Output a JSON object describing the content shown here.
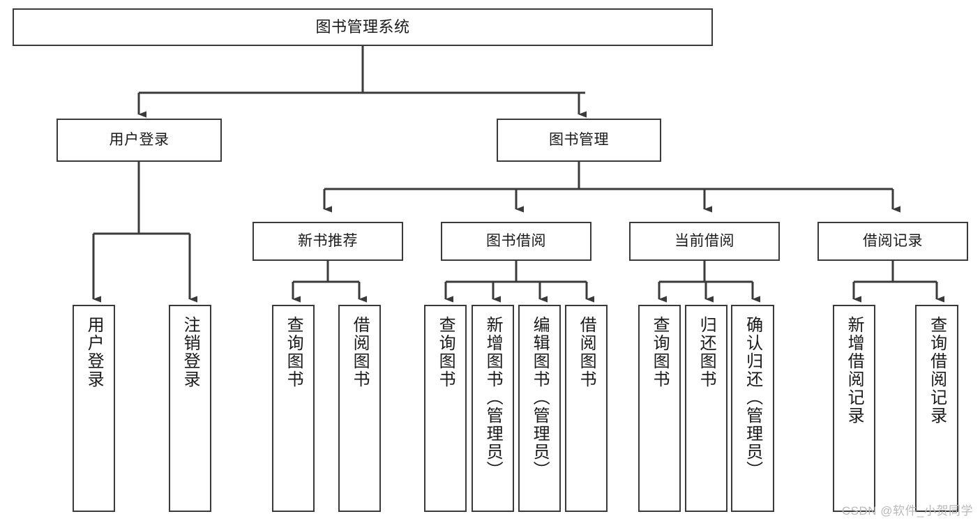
{
  "diagram": {
    "type": "tree-flowchart",
    "title": "图书管理系统",
    "watermark": "CSDN @软件_小贺同学",
    "colors": {
      "box_border": "#3a3a3a",
      "box_fill": "#ffffff",
      "connector": "#3a3a3a",
      "text": "#1a1a1a",
      "watermark": "#b9b9b9",
      "background": "#ffffff"
    },
    "nodes": {
      "root": {
        "label": "图书管理系统"
      },
      "level2": [
        {
          "id": "user-login",
          "label": "用户登录"
        },
        {
          "id": "book-manage",
          "label": "图书管理"
        }
      ],
      "level3": [
        {
          "id": "new-book-recommend",
          "label": "新书推荐"
        },
        {
          "id": "book-borrow",
          "label": "图书借阅"
        },
        {
          "id": "current-borrow",
          "label": "当前借阅"
        },
        {
          "id": "borrow-record",
          "label": "借阅记录"
        }
      ],
      "leaves": {
        "user-login": [
          {
            "id": "leaf-user-login",
            "label": "用户登录"
          },
          {
            "id": "leaf-logout",
            "label": "注销登录"
          }
        ],
        "new-book-recommend": [
          {
            "id": "leaf-query-book-1",
            "label": "查询图书"
          },
          {
            "id": "leaf-borrow-book-1",
            "label": "借阅图书"
          }
        ],
        "book-borrow": [
          {
            "id": "leaf-query-book-2",
            "label": "查询图书"
          },
          {
            "id": "leaf-add-book",
            "label": "新增图书（管理员）"
          },
          {
            "id": "leaf-edit-book",
            "label": "编辑图书（管理员）"
          },
          {
            "id": "leaf-borrow-book-2",
            "label": "借阅图书"
          }
        ],
        "current-borrow": [
          {
            "id": "leaf-query-book-3",
            "label": "查询图书"
          },
          {
            "id": "leaf-return-book",
            "label": "归还图书"
          },
          {
            "id": "leaf-confirm-return",
            "label": "确认归还（管理员）"
          }
        ],
        "borrow-record": [
          {
            "id": "leaf-add-record",
            "label": "新增借阅记录"
          },
          {
            "id": "leaf-query-record",
            "label": "查询借阅记录"
          }
        ]
      }
    }
  }
}
